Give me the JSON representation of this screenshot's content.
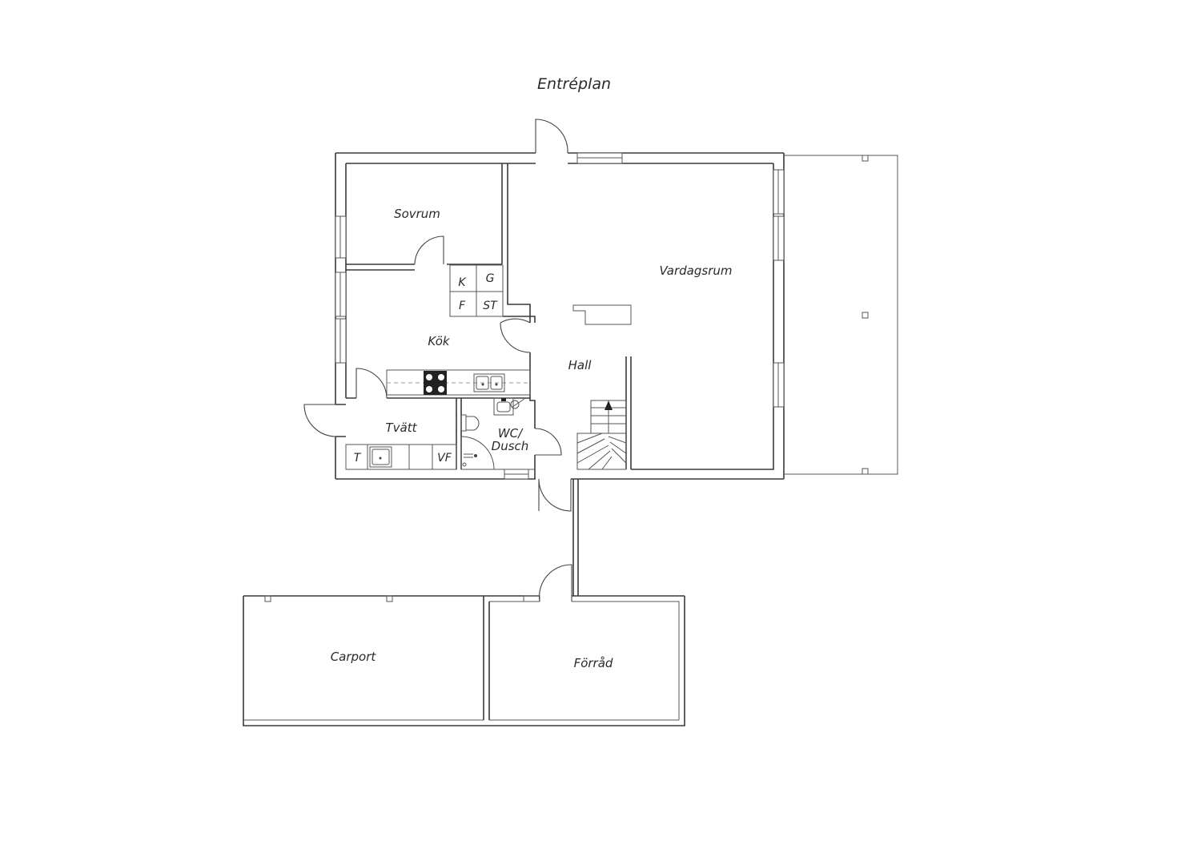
{
  "plan": {
    "title": "Entréplan",
    "rooms": {
      "sovrum": "Sovrum",
      "vardagsrum": "Vardagsrum",
      "kok": "Kök",
      "hall": "Hall",
      "tvatt": "Tvätt",
      "wc_line1": "WC/",
      "wc_line2": "Dusch",
      "carport": "Carport",
      "forrad": "Förråd"
    },
    "fixtures": {
      "k": "K",
      "g": "G",
      "f": "F",
      "st": "ST",
      "t": "T",
      "vf": "VF"
    }
  }
}
